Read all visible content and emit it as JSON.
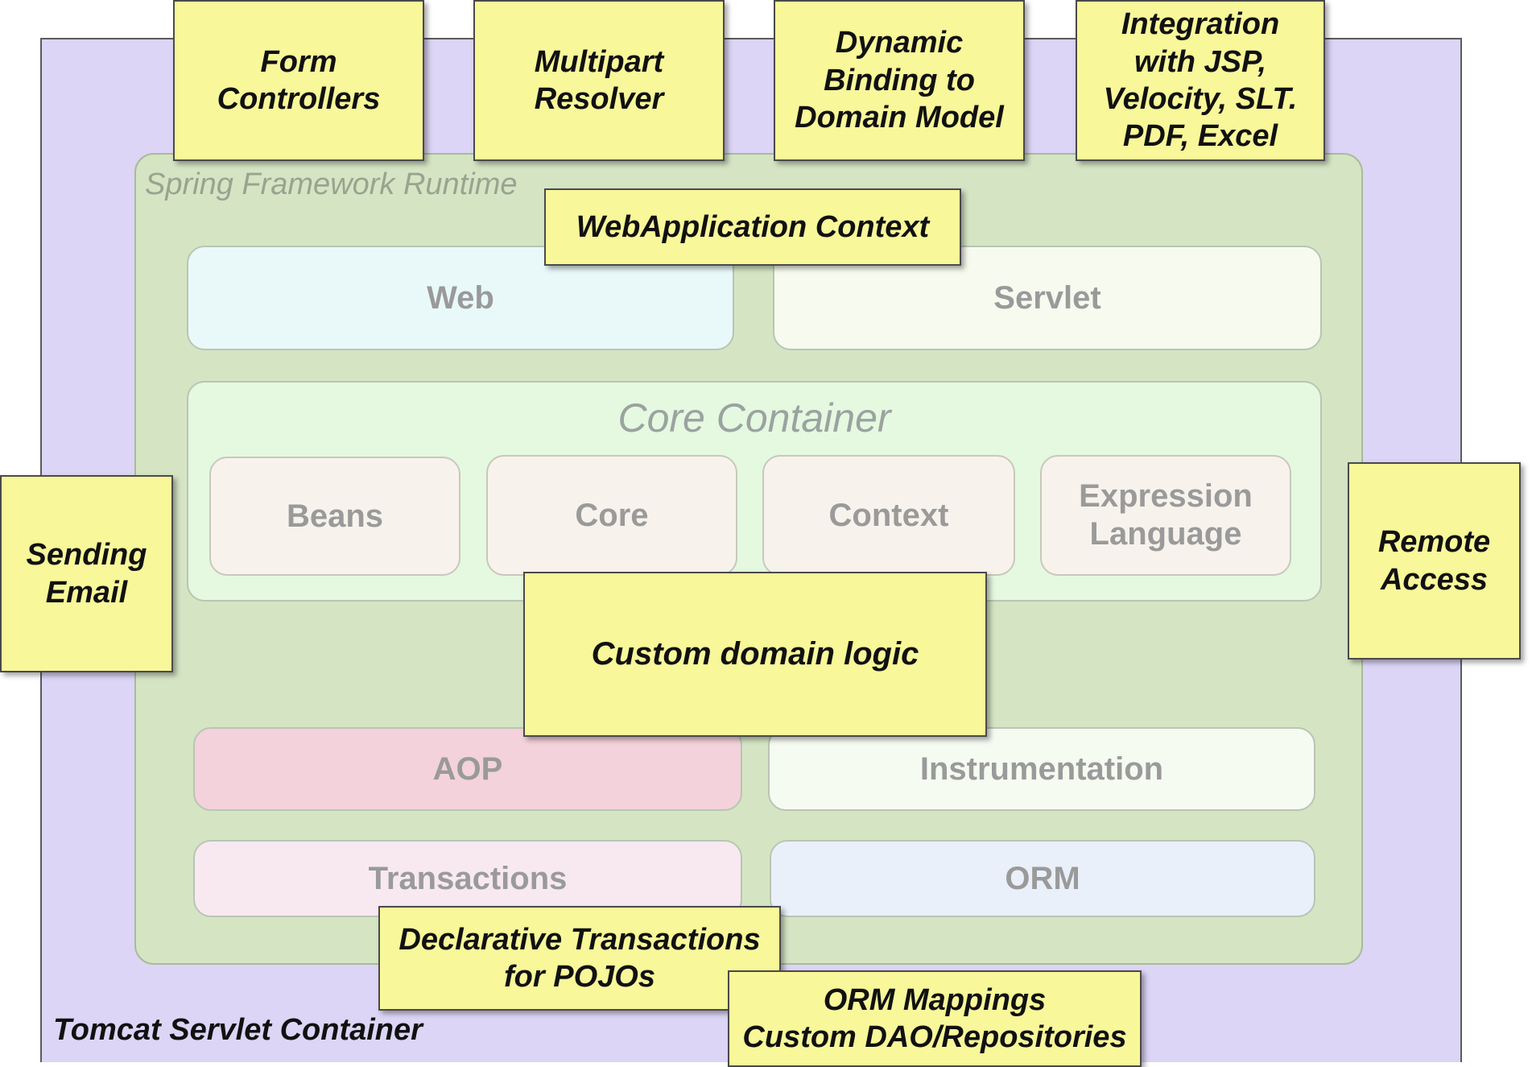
{
  "tomcat": {
    "label": "Tomcat Servlet Container"
  },
  "runtime": {
    "label": "Spring Framework Runtime"
  },
  "modules": {
    "web": "Web",
    "servlet": "Servlet",
    "core_container": {
      "title": "Core Container",
      "beans": "Beans",
      "core": "Core",
      "context": "Context",
      "expression_line1": "Expression",
      "expression_line2": "Language"
    },
    "aop": "AOP",
    "instrumentation": "Instrumentation",
    "transactions": "Transactions",
    "orm": "ORM"
  },
  "notes": {
    "form_controllers": [
      "Form",
      "Controllers"
    ],
    "multipart": [
      "Multipart",
      "Resolver"
    ],
    "dynamic": [
      "Dynamic",
      "Binding to",
      "Domain Model"
    ],
    "integration": [
      "Integration",
      "with JSP,",
      "Velocity, SLT.",
      "PDF, Excel"
    ],
    "webapp_context": "WebApplication Context",
    "sending_email": [
      "Sending",
      "Email"
    ],
    "remote_access": [
      "Remote",
      "Access"
    ],
    "custom_logic": "Custom domain logic",
    "declarative": [
      "Declarative Transactions",
      "for POJOs"
    ],
    "orm_mappings": [
      "ORM Mappings",
      "Custom DAO/Repositories"
    ]
  },
  "colors": {
    "tomcat_bg": "#dcd5f6",
    "runtime_bg": "#d5e5c4",
    "note_bg": "#f8f79a",
    "aop_bg": "#f3d2db",
    "web_bg": "#e9f9fa"
  }
}
